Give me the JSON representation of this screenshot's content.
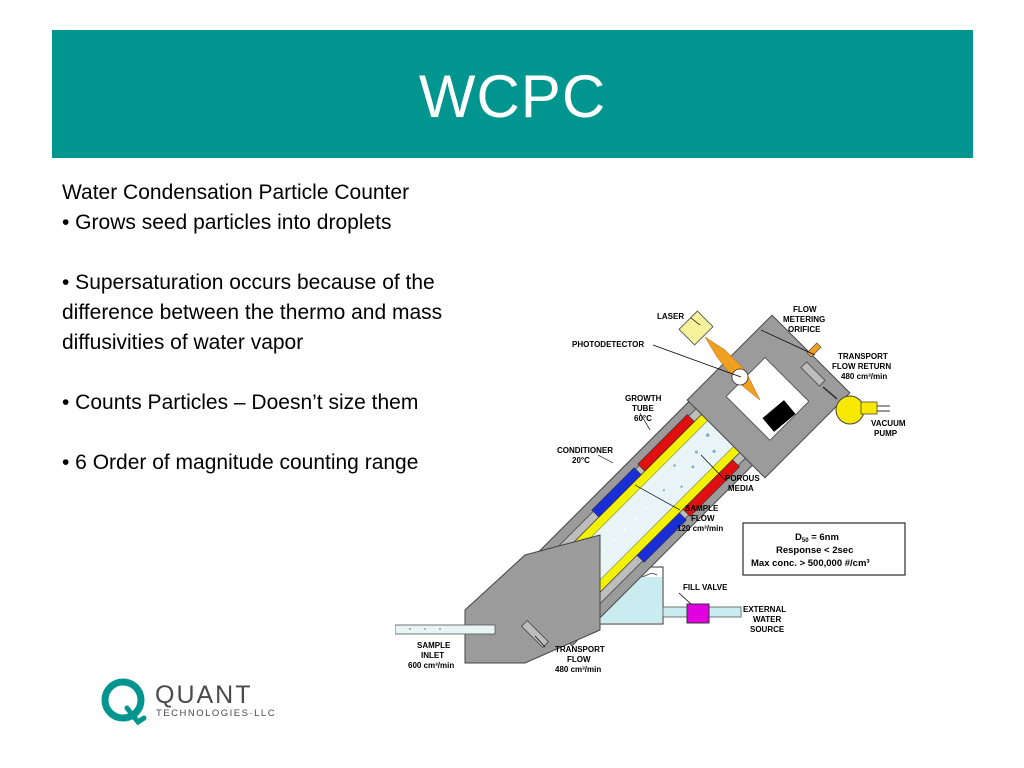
{
  "slide": {
    "title": "WCPC",
    "heading": "Water Condensation Particle Counter",
    "bullets": [
      "• Grows seed particles into droplets",
      "• Supersaturation occurs because of the",
      "difference between the thermo and mass",
      "diffusivities of water vapor",
      "• Counts Particles – Doesn’t size them",
      "• 6 Order of magnitude counting range"
    ]
  },
  "diagram": {
    "labels": {
      "laser": "LASER",
      "flow_metering_1": "FLOW",
      "flow_metering_2": "METERING",
      "flow_metering_3": "ORIFICE",
      "photodetector": "PHOTODETECTOR",
      "transport_return_1": "TRANSPORT",
      "transport_return_2": "FLOW RETURN",
      "transport_return_3": "480 cm³/min",
      "vacuum_1": "VACUUM",
      "vacuum_2": "PUMP",
      "growth_1": "GROWTH",
      "growth_2": "TUBE",
      "growth_3": "60°C",
      "conditioner_1": "CONDITIONER",
      "conditioner_2": "20°C",
      "porous_1": "POROUS",
      "porous_2": "MEDIA",
      "sample_flow_1": "SAMPLE",
      "sample_flow_2": "FLOW",
      "sample_flow_3": "120 cm³/min",
      "fill_valve": "FILL VALVE",
      "external_1": "EXTERNAL",
      "external_2": "WATER",
      "external_3": "SOURCE",
      "inlet_1": "SAMPLE",
      "inlet_2": "INLET",
      "inlet_3": "600 cm³/min",
      "transport_flow_1": "TRANSPORT",
      "transport_flow_2": "FLOW",
      "transport_flow_3": "480 cm³/min"
    },
    "spec_box": {
      "d50_label": "D",
      "d50_sub": "50",
      "d50_value": " = 6nm",
      "response": "Response < 2sec",
      "max_conc": "Max conc. > 500,000 #/cm³"
    }
  },
  "logo": {
    "name": "QUANT",
    "subtitle": "TECHNOLOGIES·LLC"
  }
}
